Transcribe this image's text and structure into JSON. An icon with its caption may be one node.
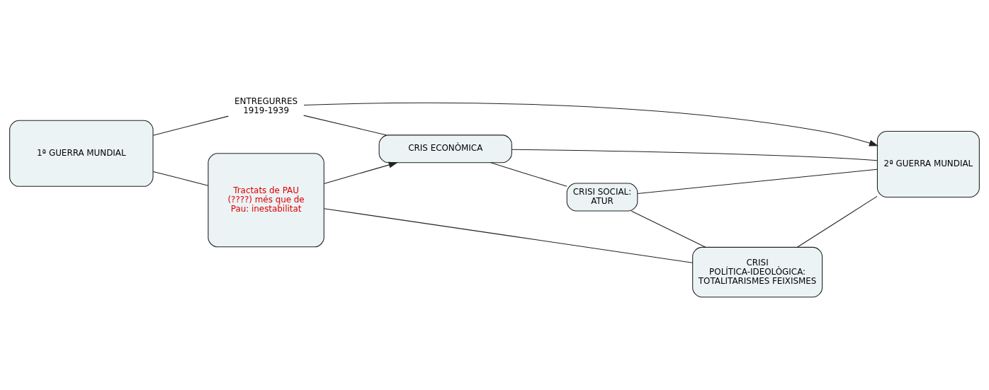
{
  "diagram": {
    "nodes": [
      {
        "text": [
          "1ª GUERRA MUNDIAL"
        ]
      },
      {
        "text": [
          "ENTREGURRES 1919-1939"
        ]
      },
      {
        "text": [
          "2ª GUERRA MUNDIAL"
        ]
      },
      {
        "text": [
          "CRIS ECONÒMICA"
        ]
      },
      {
        "text": [
          "Tractats de PAU  (????) més que de Pau: inestabilitat"
        ]
      },
      {
        "text": [
          "CRISI SOCIAL: ATUR"
        ]
      },
      {
        "text": [
          "CRISI POLÍTICA-IDEOLÒGICA: TOTALITARISMES FEIXISMES"
        ]
      }
    ],
    "edges": [
      {
        "from": 0,
        "to": 1,
        "arrow": "none"
      },
      {
        "from": 1,
        "to": 2,
        "arrow": "to"
      },
      {
        "from": 0,
        "to": 4,
        "arrow": "none"
      },
      {
        "from": 1,
        "to": 3,
        "arrow": "none"
      },
      {
        "from": 4,
        "to": 3,
        "arrow": "to"
      },
      {
        "from": 3,
        "to": 2,
        "arrow": "none"
      },
      {
        "from": 3,
        "to": 5,
        "arrow": "none"
      },
      {
        "from": 5,
        "to": 2,
        "arrow": "none"
      },
      {
        "from": 5,
        "to": 6,
        "arrow": "none"
      },
      {
        "from": 6,
        "to": 2,
        "arrow": "none"
      },
      {
        "from": 4,
        "to": 6,
        "arrow": "none"
      }
    ]
  }
}
